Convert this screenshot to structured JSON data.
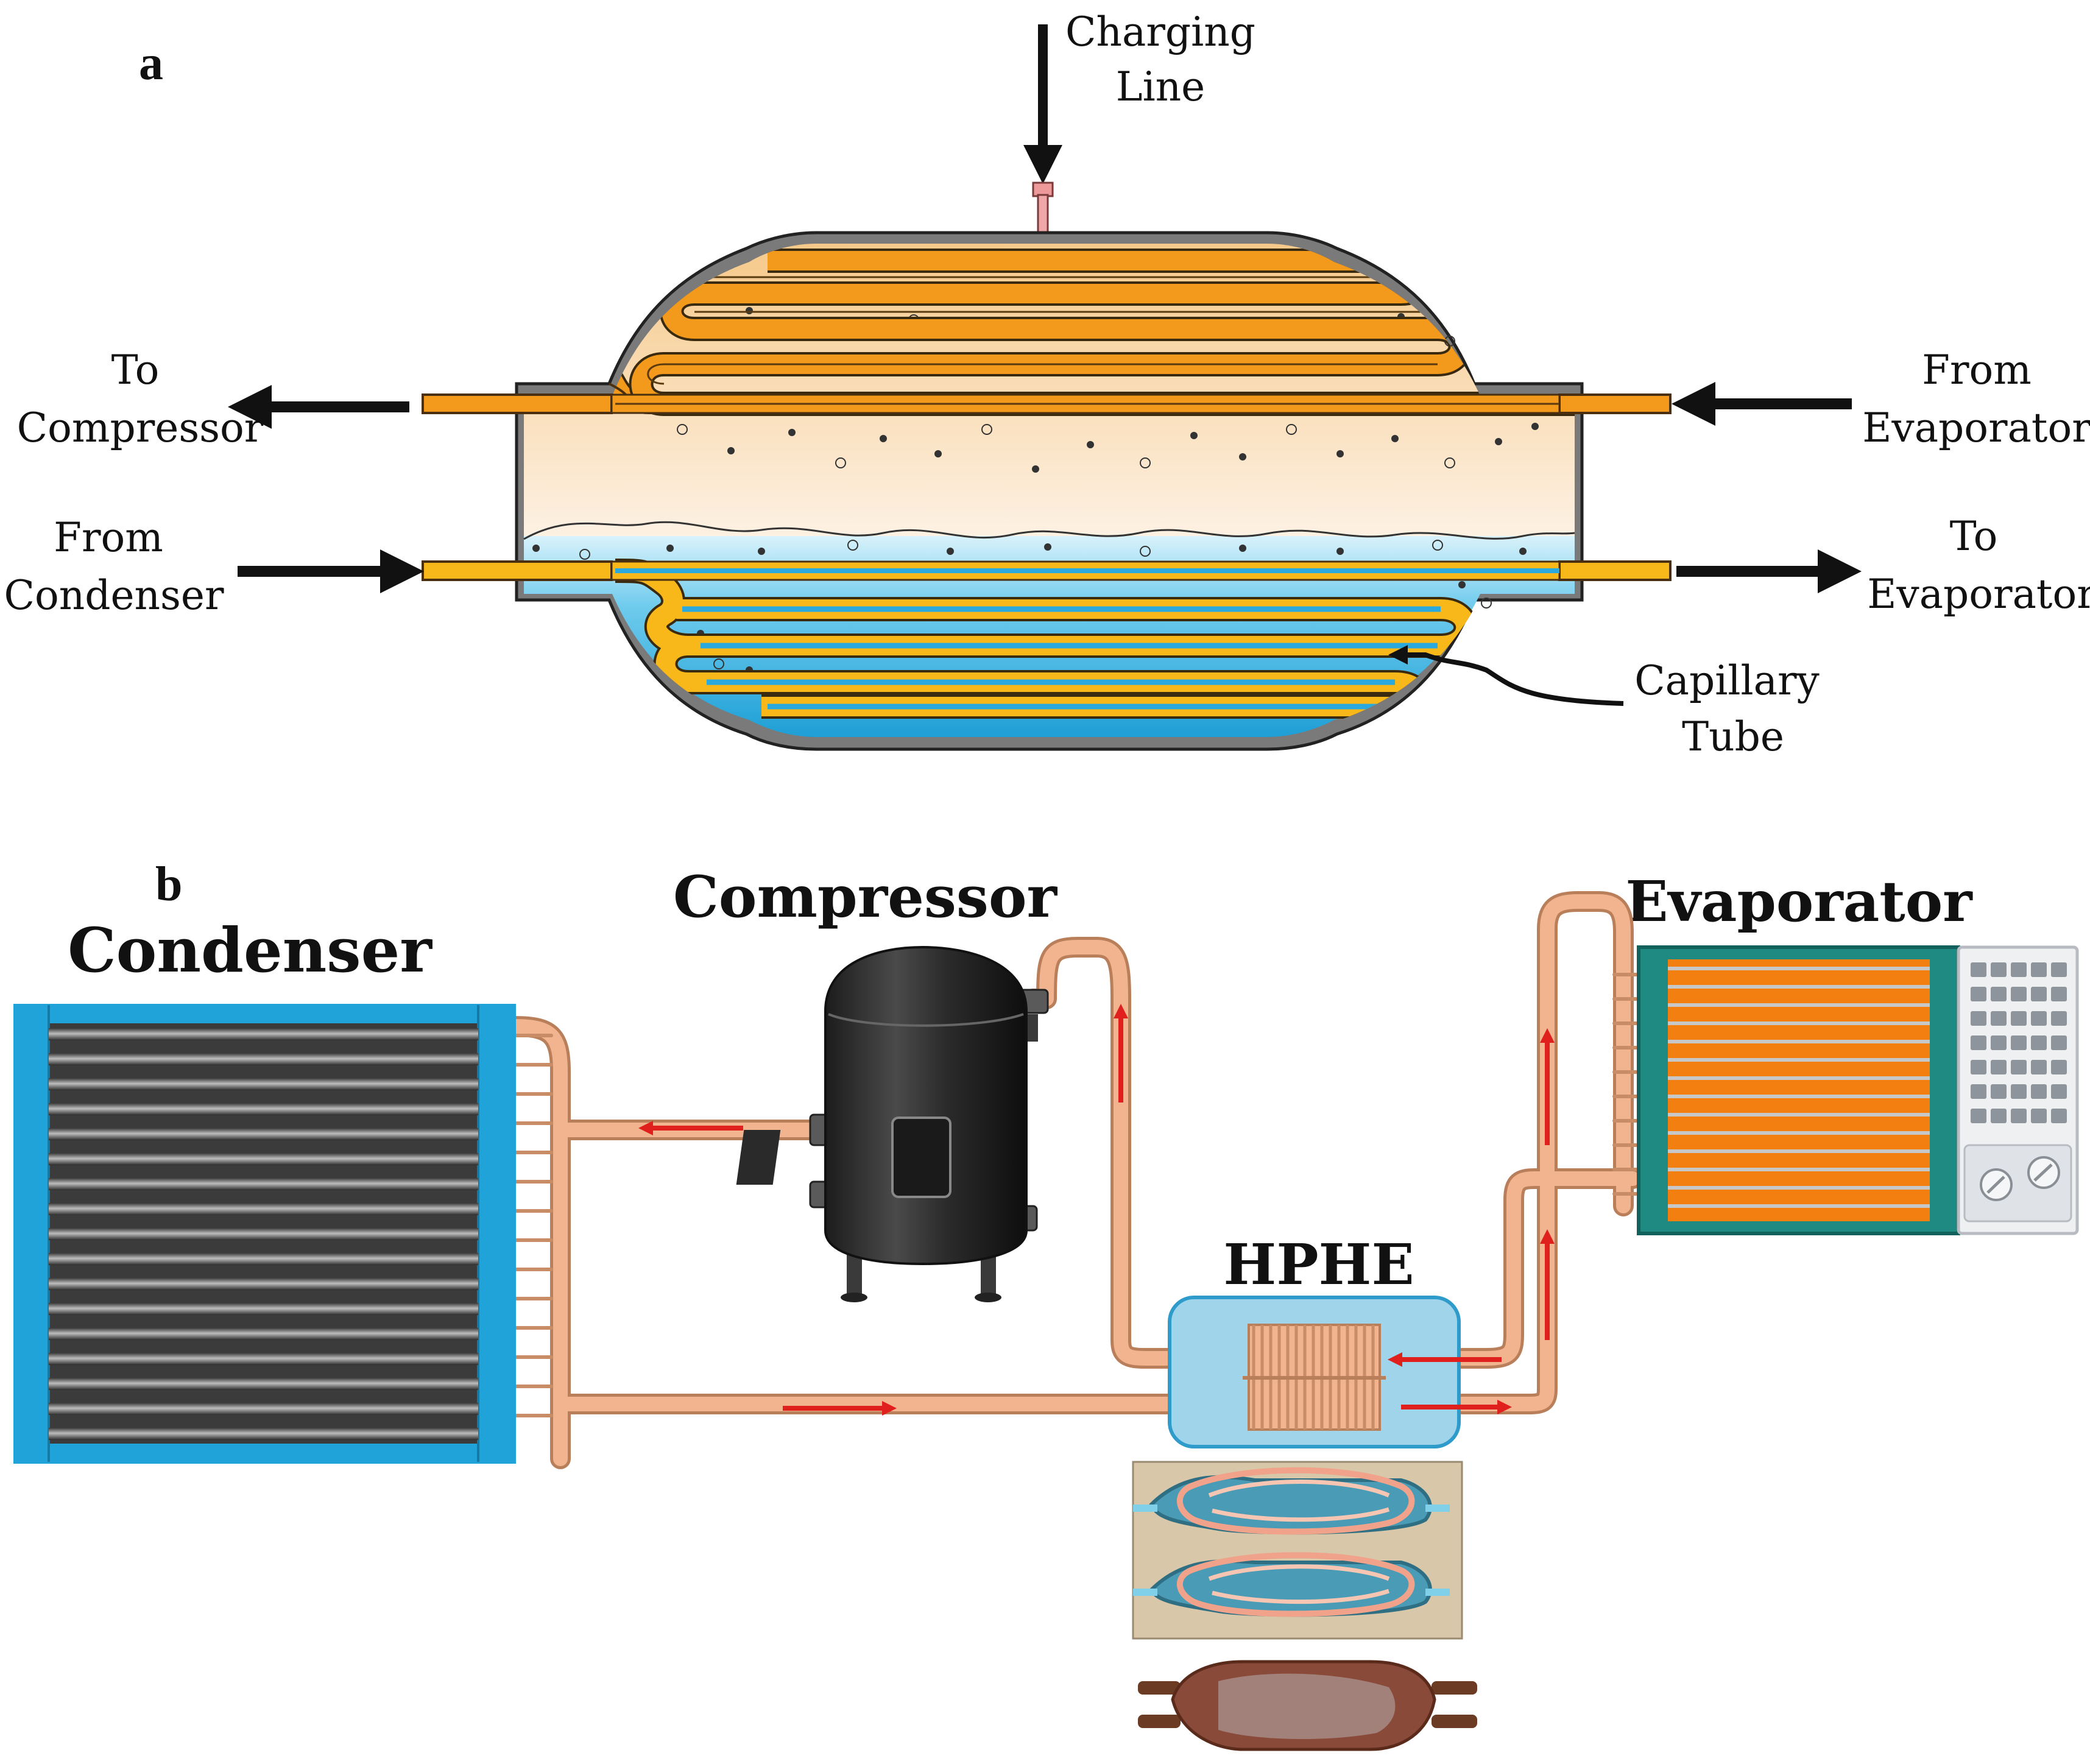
{
  "panel_a": {
    "letter": "a",
    "charging_line": [
      "Charging",
      "Line"
    ],
    "to_compressor": [
      "To",
      "Compressor"
    ],
    "from_evaporator": [
      "From",
      "Evaporator"
    ],
    "from_condenser": [
      "From",
      "Condenser"
    ],
    "to_evaporator": [
      "To",
      "Evaporator"
    ],
    "capillary_tube": [
      "Capillary",
      "Tube"
    ]
  },
  "panel_b": {
    "letter": "b",
    "condenser": "Condenser",
    "compressor": "Compressor",
    "evaporator": "Evaporator",
    "hphe": "HPHE"
  },
  "colors": {
    "pipe_orange": "#f39a1c",
    "pipe_yellow": "#f8b81a",
    "liquid_blue": "#29a9de",
    "copper": "#f2b48e",
    "condenser_frame": "#1fa3d8",
    "flow_arrow": "#e0201c"
  }
}
